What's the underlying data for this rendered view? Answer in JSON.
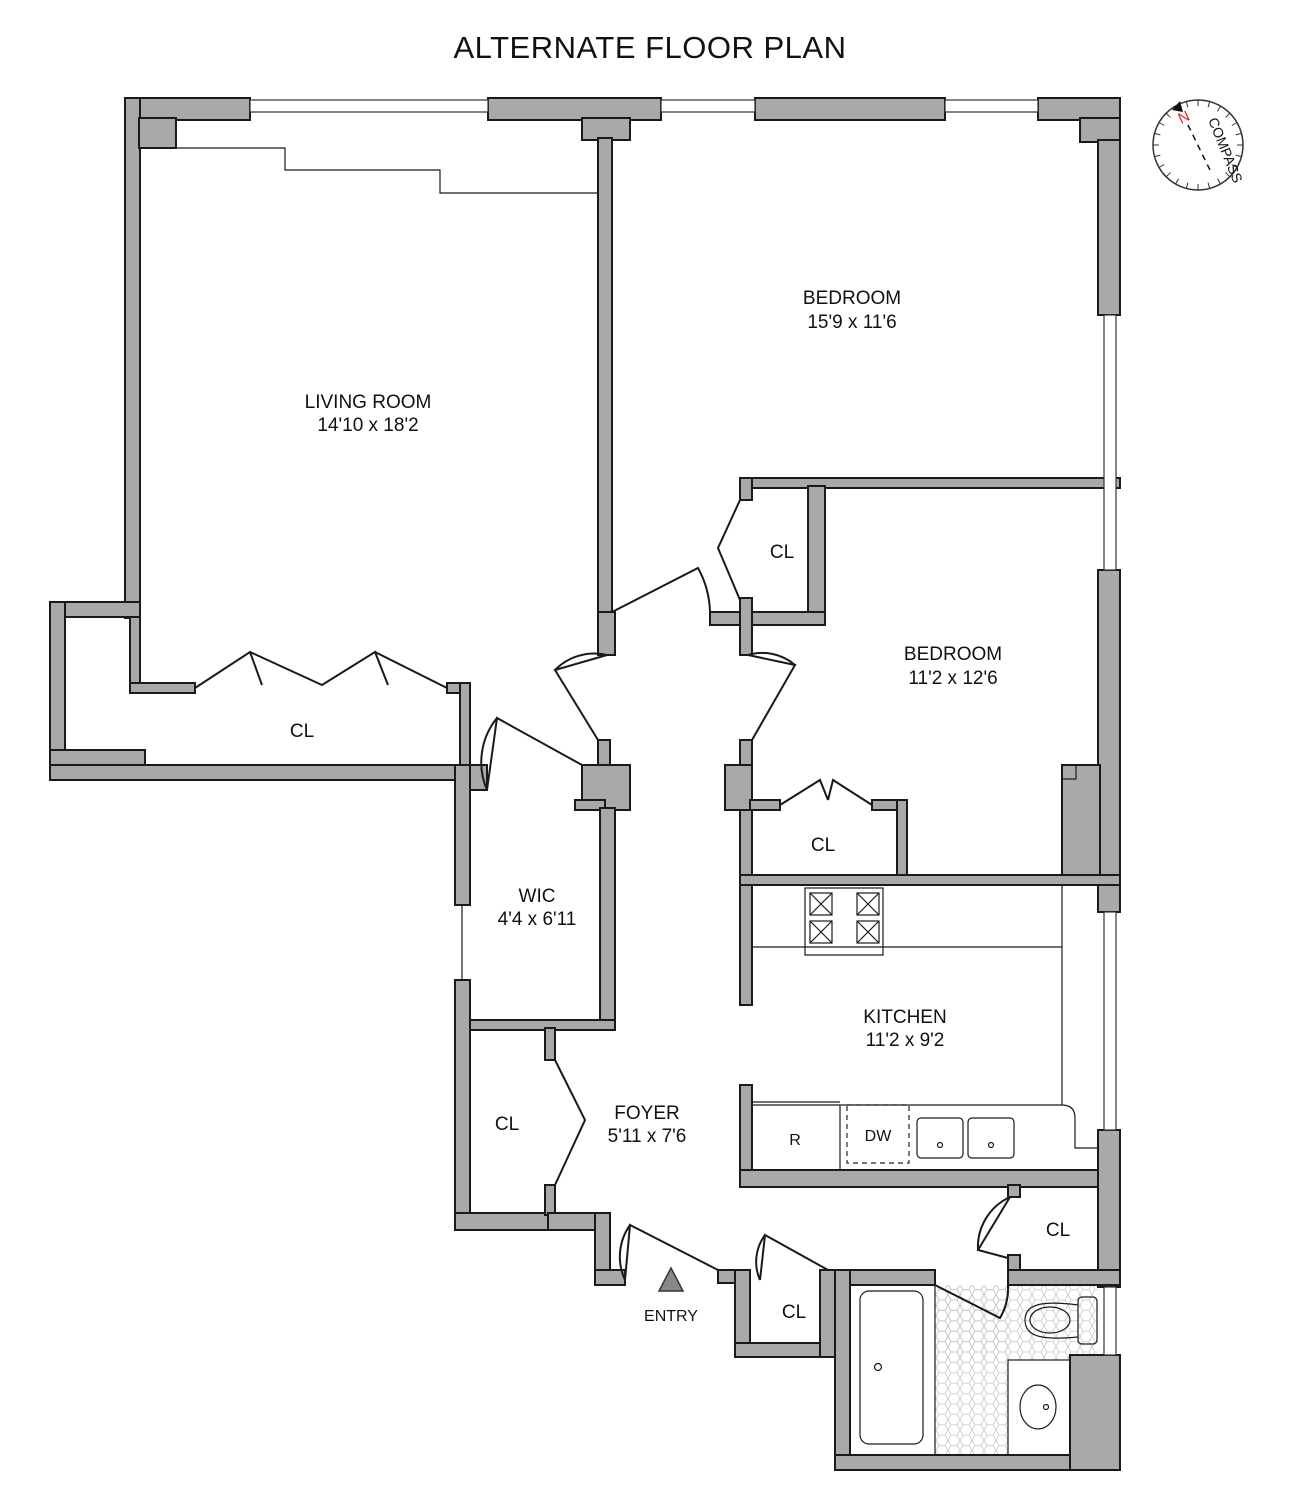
{
  "title": "ALTERNATE FLOOR PLAN",
  "rooms": {
    "living": {
      "name": "LIVING ROOM",
      "dims": "14'10 x 18'2"
    },
    "bedroom1": {
      "name": "BEDROOM",
      "dims": "15'9 x 11'6"
    },
    "bedroom2": {
      "name": "BEDROOM",
      "dims": "11'2 x 12'6"
    },
    "wic": {
      "name": "WIC",
      "dims": "4'4 x 6'11"
    },
    "kitchen": {
      "name": "KITCHEN",
      "dims": "11'2 x 9'2"
    },
    "foyer": {
      "name": "FOYER",
      "dims": "5'11 x 7'6"
    }
  },
  "closets": [
    "CL",
    "CL",
    "CL",
    "CL",
    "CL",
    "CL"
  ],
  "appliances": {
    "refrigerator": "R",
    "dishwasher": "DW"
  },
  "entry": "ENTRY",
  "compass": {
    "north": "N",
    "text": "COMPASS",
    "north_color": "#e02020"
  },
  "colors": {
    "wall": "#a9a9a9",
    "outline": "#1a1a1a"
  }
}
